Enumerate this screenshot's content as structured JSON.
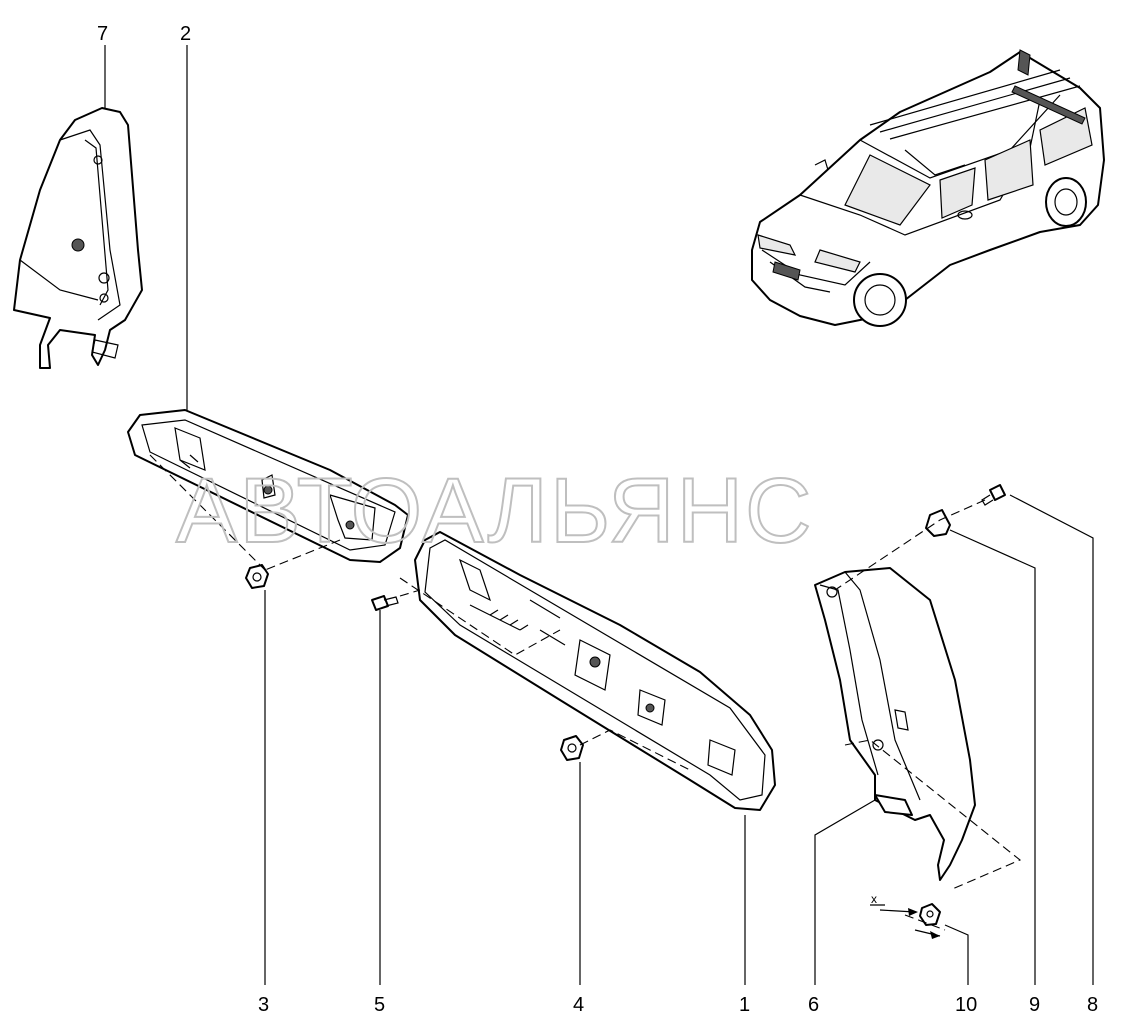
{
  "watermark": "АВТОАЛЬЯНС",
  "callouts": {
    "c7": "7",
    "c2": "2",
    "c3": "3",
    "c5": "5",
    "c4": "4",
    "c1": "1",
    "c6": "6",
    "c10": "10",
    "c9": "9",
    "c8": "8",
    "x_mark": "x"
  }
}
